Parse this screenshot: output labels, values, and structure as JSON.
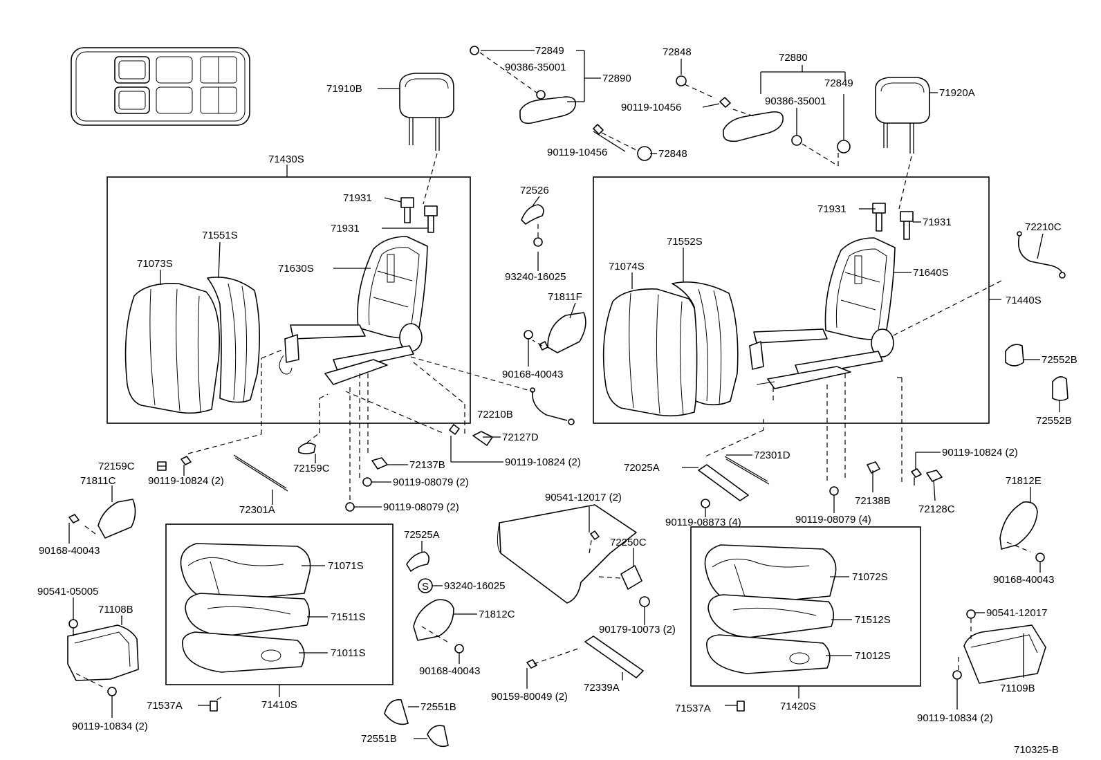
{
  "diagram_id": "710325-B",
  "labels": {
    "l71910B": "71910B",
    "l72849a": "72849",
    "l9038635001a": "90386-35001",
    "l72890": "72890",
    "l72848a": "72848",
    "l72880": "72880",
    "l72849b": "72849",
    "l9038635001b": "90386-35001",
    "l9011910456a": "90119-10456",
    "l9011910456b": "90119-10456",
    "l72848b": "72848",
    "l71920A": "71920A",
    "l71430S": "71430S",
    "l71931a": "71931",
    "l71931b": "71931",
    "l71931c": "71931",
    "l71931d": "71931",
    "l71551S": "71551S",
    "l71073S": "71073S",
    "l71630S": "71630S",
    "l72526": "72526",
    "l9324016025a": "93240-16025",
    "l71811F": "71811F",
    "l9016840043a": "90168-40043",
    "l72210B": "72210B",
    "l72127D": "72127D",
    "l9011910824a": "90119-10824 (2)",
    "l72159Ca": "72159C",
    "l72159Cb": "72159C",
    "l9011910824b": "90119-10824 (2)",
    "l72137B": "72137B",
    "l9011908079a": "90119-08079 (2)",
    "l9011908079b": "90119-08079 (2)",
    "l72301A": "72301A",
    "l71811C": "71811C",
    "l9016840043b": "90168-40043",
    "l71552S": "71552S",
    "l71074S": "71074S",
    "l71640S": "71640S",
    "l72210C": "72210C",
    "l71440S": "71440S",
    "l72552Ba": "72552B",
    "l72552Bb": "72552B",
    "l9011910824c": "90119-10824 (2)",
    "l72301D": "72301D",
    "l72025A": "72025A",
    "l72138B": "72138B",
    "l72128C": "72128C",
    "l9011908873": "90119-08873 (4)",
    "l9011908079c": "90119-08079 (4)",
    "l71812E": "71812E",
    "l9016840043c": "90168-40043",
    "l9054112017a": "90541-12017 (2)",
    "l72250C": "72250C",
    "l9017910073": "90179-10073 (2)",
    "l72525A": "72525A",
    "l9324016025b": "93240-16025",
    "l71812C": "71812C",
    "l9016840043d": "90168-40043",
    "l90159": "90159-80049 (2)",
    "l72339A": "72339A",
    "l71071S": "71071S",
    "l71511S": "71511S",
    "l71011S": "71011S",
    "l71410S": "71410S",
    "l71537Aa": "71537A",
    "l71537Ab": "71537A",
    "l72551Ba": "72551B",
    "l72551Bb": "72551B",
    "l9054105005": "90541-05005",
    "l71108B": "71108B",
    "l9011910834a": "90119-10834 (2)",
    "l71072S": "71072S",
    "l71512S": "71512S",
    "l71012S": "71012S",
    "l71420S": "71420S",
    "l9054112017b": "90541-12017",
    "l71109B": "71109B",
    "l9011910834b": "90119-10834 (2)",
    "s_marker": "S"
  }
}
